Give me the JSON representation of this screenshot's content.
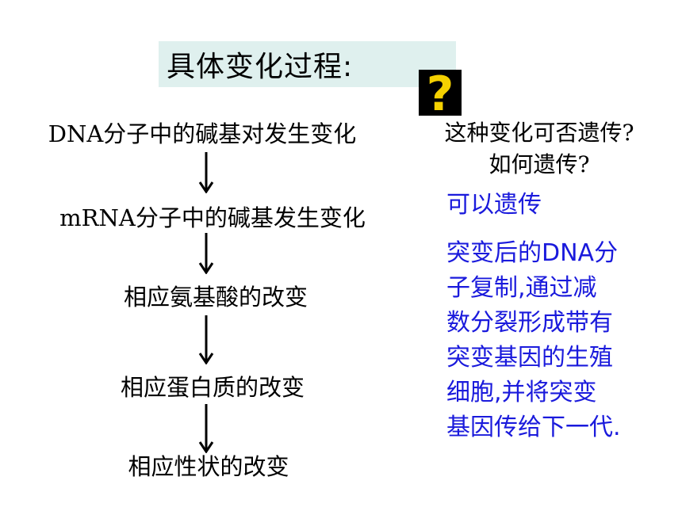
{
  "title": "具体变化过程:",
  "question_mark": "?",
  "steps": [
    "DNA分子中的碱基对发生变化",
    "mRNA分子中的碱基发生变化",
    "相应氨基酸的改变",
    "相应蛋白质的改变",
    "相应性状的改变"
  ],
  "question": {
    "line1": "这种变化可否遗传?",
    "line2": "如何遗传?"
  },
  "answer": {
    "short": "可以遗传",
    "lines": [
      "突变后的DNA分",
      "子复制,通过减",
      "数分裂形成带有",
      "突变基因的生殖",
      "细胞,并将突变",
      "基因传给下一代."
    ]
  }
}
